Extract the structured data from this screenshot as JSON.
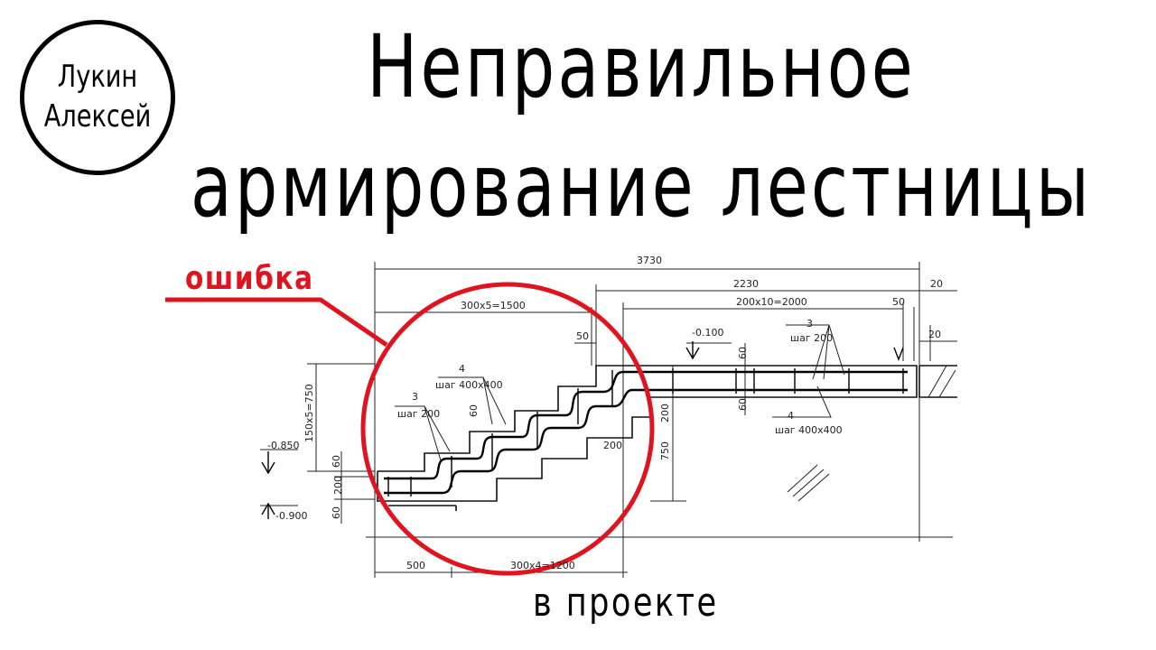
{
  "title": {
    "line1": "Неправильное",
    "line2": "армирование лестницы"
  },
  "author": {
    "first": "Лукин",
    "last": "Алексей"
  },
  "error_label": "ошибка",
  "caption": "в проекте",
  "drawing": {
    "dims": {
      "total": "3730",
      "landing": "2230",
      "landing_steps": "200x10=2000",
      "upper_steps": "300x5=1500",
      "lower_steps": "300x4=1200",
      "height": "150x5=750",
      "bottom_left": "500",
      "d50a": "50",
      "d50b": "50",
      "d20a": "20",
      "d20b": "20",
      "d60a": "60",
      "d60b": "60",
      "d60c": "60",
      "d60d": "60",
      "d60e": "60",
      "d200a": "200",
      "d200b": "200",
      "d200c": "200",
      "d750": "750"
    },
    "levels": {
      "top": "-0.100",
      "mid": "-0.850",
      "bottom": "-0.900"
    },
    "callouts": {
      "c3a_num": "3",
      "c3a_text": "шаг 200",
      "c4a_num": "4",
      "c4a_text": "шаг 400x400",
      "c3b_num": "3",
      "c3b_text": "шаг 200",
      "c4b_num": "4",
      "c4b_text": "шаг 400x400"
    }
  },
  "colors": {
    "accent": "#e0141e",
    "ink": "#000000"
  }
}
